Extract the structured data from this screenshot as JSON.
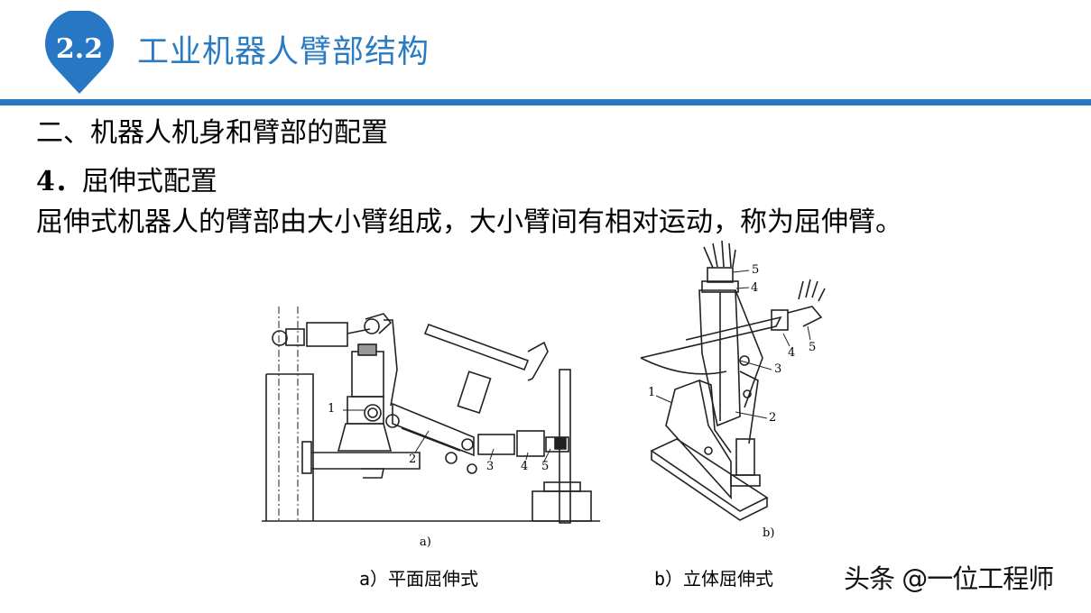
{
  "header": {
    "section_badge": "2.2",
    "title": "工业机器人臂部结构",
    "accent_color": "#2777c4"
  },
  "content": {
    "heading": "二、机器人机身和臂部的配置",
    "subheading_number": "4．",
    "subheading_text": "屈伸式配置",
    "paragraph": "屈伸式机器人的臂部由大小臂组成，大小臂间有相对运动，称为屈伸臂。"
  },
  "figures": [
    {
      "id": "a",
      "label": "a)",
      "caption": "a）平面屈伸式",
      "part_numbers": [
        "1",
        "2",
        "3",
        "4",
        "5"
      ]
    },
    {
      "id": "b",
      "label": "b)",
      "caption": "b）立体屈伸式",
      "part_numbers": [
        "1",
        "2",
        "3",
        "4",
        "5",
        "4",
        "5"
      ]
    }
  ],
  "watermark": "头条 @一位工程师"
}
